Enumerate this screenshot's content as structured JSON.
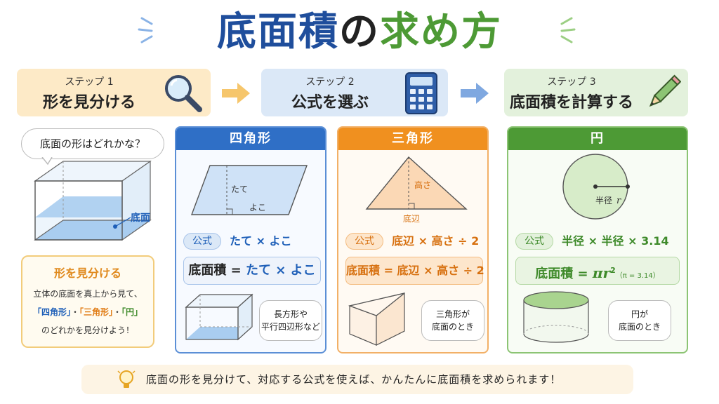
{
  "title": {
    "part1": "底面積",
    "part2": "の",
    "part3": "求め方"
  },
  "steps": [
    {
      "label": "ステップ 1",
      "main": "形を見分ける",
      "icon": "magnifier-icon"
    },
    {
      "label": "ステップ 2",
      "main": "公式を選ぶ",
      "icon": "calculator-icon"
    },
    {
      "label": "ステップ 3",
      "main": "底面積を計算する",
      "icon": "pencil-icon"
    }
  ],
  "intro": {
    "question": "底面の形はどれかな？",
    "base_label": "底面",
    "hint_title": "形を見分ける",
    "hint_line1": "立体の底面を真上から見て、",
    "hint_q1": "「四角形」",
    "hint_dot1": "・",
    "hint_q2": "「三角形」",
    "hint_dot2": "・",
    "hint_q3": "「円」",
    "hint_line3": "のどれかを見分けよう！"
  },
  "panels": {
    "square": {
      "title": "四角形",
      "height_label": "たて",
      "width_label": "よこ",
      "badge": "公式",
      "formula": "たて × よこ",
      "result_prefix": "底面積 = ",
      "result_formula": "たて × よこ",
      "note_line1": "長方形や",
      "note_line2": "平行四辺形など"
    },
    "triangle": {
      "title": "三角形",
      "height_label": "高さ",
      "base_label": "底辺",
      "badge": "公式",
      "formula": "底辺 × 高さ ÷ 2",
      "result": "底面積 = 底辺 × 高さ ÷ 2",
      "note_line1": "三角形が",
      "note_line2": "底面のとき"
    },
    "circle": {
      "title": "円",
      "radius_label": "半径",
      "radius_symbol": "r",
      "badge": "公式",
      "formula": "半径 × 半径 × 3.14",
      "result_prefix": "底面積 = ",
      "result_pi": "π",
      "result_r": "r",
      "result_exp": "2",
      "result_note": "（π = 3.14）",
      "note_line1": "円が",
      "note_line2": "底面のとき"
    }
  },
  "footer": {
    "text": "底面の形を見分けて、対応する公式を使えば、かんたんに底面積を求められます！"
  },
  "colors": {
    "blue": "#2f6fc6",
    "orange": "#f0901f",
    "green": "#4d9a35",
    "navy": "#1f4e9c"
  }
}
